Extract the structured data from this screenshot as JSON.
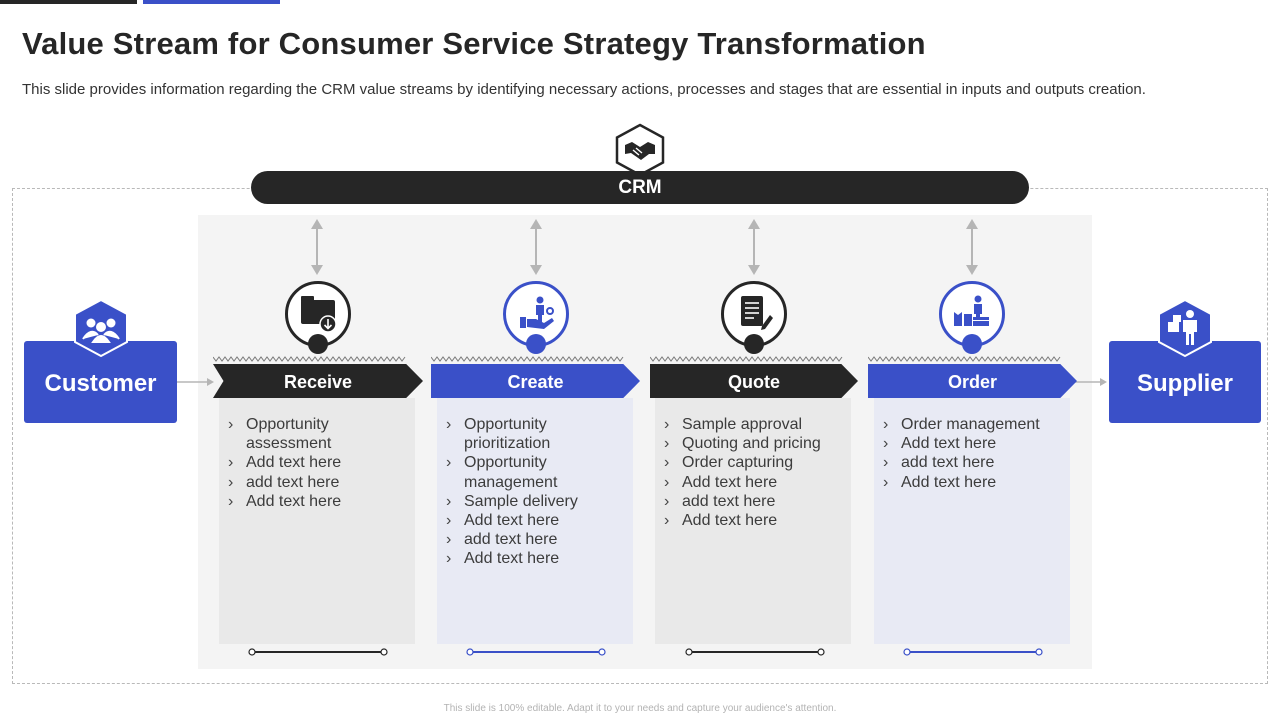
{
  "header": {
    "title": "Value Stream for Consumer Service Strategy Transformation",
    "subtitle": "This slide provides information regarding the CRM value streams by identifying necessary actions, processes and stages that are essential in inputs and outputs creation."
  },
  "crm": {
    "label": "CRM",
    "icon": "handshake-icon"
  },
  "customer": {
    "label": "Customer",
    "icon": "users-group-icon"
  },
  "supplier": {
    "label": "Supplier",
    "icon": "supplier-boxes-icon"
  },
  "colors": {
    "dark": "#262626",
    "blue": "#3a50c8"
  },
  "stages": [
    {
      "label": "Receive",
      "icon": "folder-download-icon",
      "items": [
        "Opportunity assessment",
        "Add text here",
        "add text here",
        "Add text here"
      ]
    },
    {
      "label": "Create",
      "icon": "person-hand-icon",
      "items": [
        "Opportunity prioritization",
        "Opportunity management",
        "Sample delivery",
        "Add text here",
        "add text here",
        "Add text here"
      ]
    },
    {
      "label": "Quote",
      "icon": "document-edit-icon",
      "items": [
        "Sample approval",
        "Quoting and pricing",
        "Order capturing",
        "Add text here",
        "add text here",
        "Add text here"
      ]
    },
    {
      "label": "Order",
      "icon": "person-boxes-icon",
      "items": [
        "Order management",
        "Add text here",
        "add text here",
        "Add text here"
      ]
    }
  ],
  "footer": "This slide is 100% editable. Adapt it to your needs and capture your audience's attention."
}
